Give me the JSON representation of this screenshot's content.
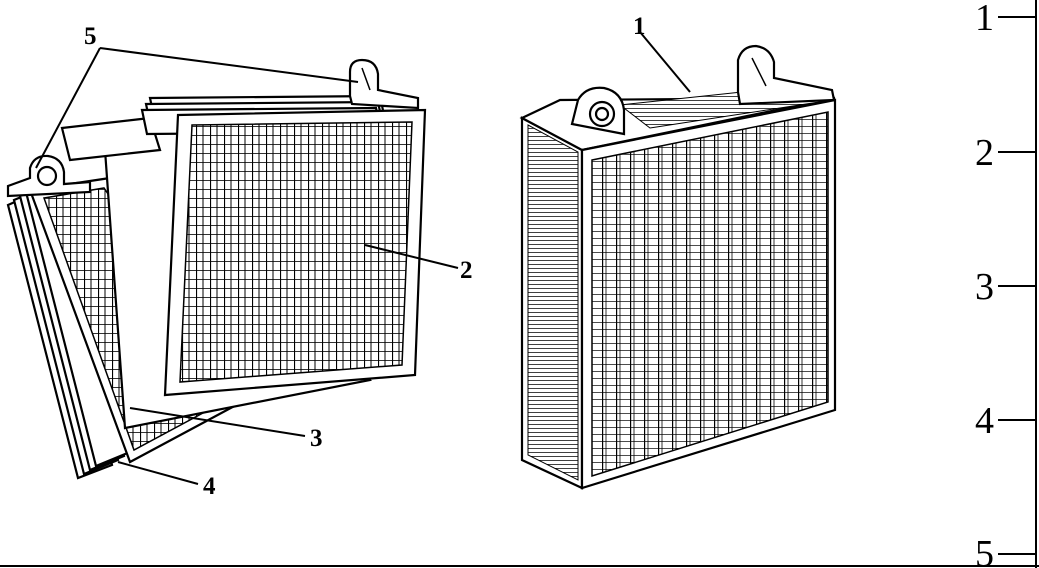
{
  "callouts": {
    "c1": "1",
    "c2": "2",
    "c3": "3",
    "c4": "4",
    "c5": "5"
  },
  "legend": {
    "n1": "1",
    "n2": "2",
    "n3": "3",
    "n4": "4",
    "n5": "5"
  }
}
